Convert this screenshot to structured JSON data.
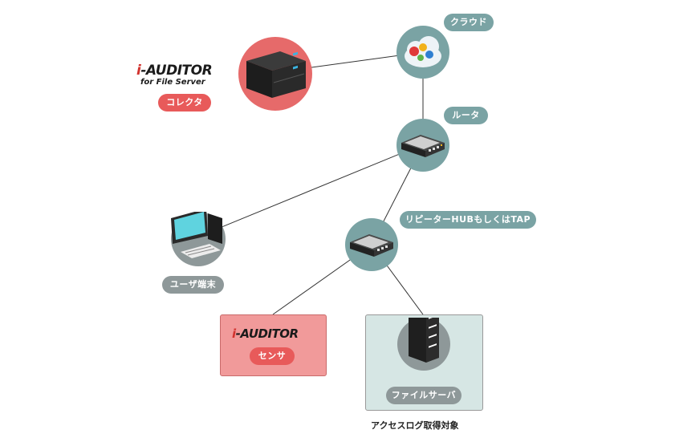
{
  "collector": {
    "logo_i": "i",
    "logo_rest": "-AUDITOR",
    "logo_sub": "for File Server",
    "tag": "コレクタ"
  },
  "cloud": {
    "tag": "クラウド"
  },
  "router": {
    "tag": "ルータ"
  },
  "hub": {
    "tag": "リピーターHUBもしくはTAP"
  },
  "user_terminal": {
    "tag": "ユーザ端末"
  },
  "sensor": {
    "logo_i": "i",
    "logo_rest": "-AUDITOR",
    "tag": "センサ"
  },
  "file_server": {
    "tag": "ファイルサーバ",
    "caption": "アクセスログ取得対象"
  },
  "colors": {
    "teal_circle": "#7aa3a4",
    "red_circle": "#e66a6a",
    "gray_circle": "#8e9899",
    "sensor_box": "#f19a9a",
    "target_box": "#d6e6e4"
  }
}
